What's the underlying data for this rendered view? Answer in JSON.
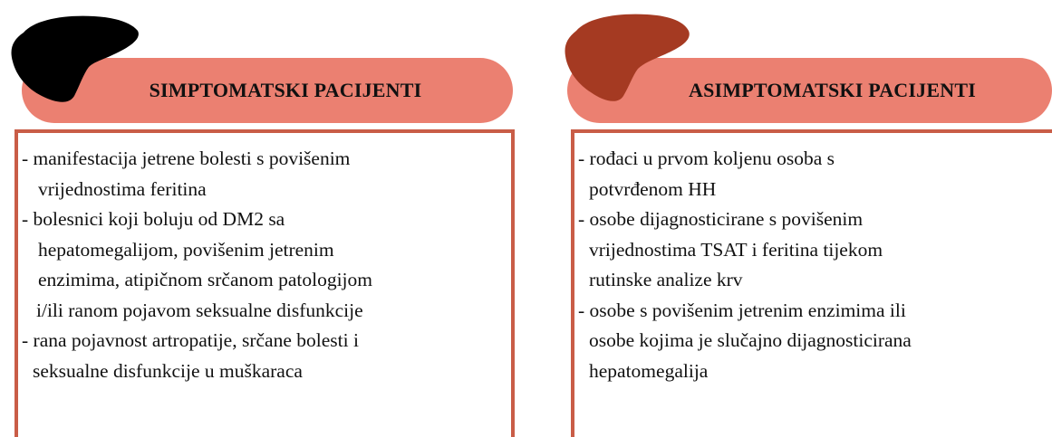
{
  "left_panel": {
    "header": "SIMPTOMATSKI PACIJENTI",
    "icon": "liver-icon",
    "icon_color": "#000000",
    "items": [
      {
        "lines": [
          "- manifestacija jetrene bolesti s povišenim",
          "vrijednostima feritina"
        ]
      },
      {
        "lines": [
          "- bolesnici koji boluju od DM2 sa",
          "hepatomegalijom, povišenim jetrenim",
          "enzimima, atipičnom srčanom patologijom",
          "i/ili ranom pojavom seksualne disfunkcije"
        ]
      },
      {
        "lines": [
          "- rana pojavnost artropatije, srčane bolesti i",
          "seksualne disfunkcije u muškaraca"
        ]
      }
    ]
  },
  "right_panel": {
    "header": "ASIMPTOMATSKI PACIJENTI",
    "icon": "liver-icon",
    "icon_color": "#a53a22",
    "items": [
      {
        "lines": [
          "- rođaci u prvom koljenu osoba s",
          "potvrđenom HH"
        ]
      },
      {
        "lines": [
          "- osobe dijagnosticirane s povišenim",
          "vrijednostima TSAT i feritina tijekom",
          "rutinske analize krv"
        ]
      },
      {
        "lines": [
          "- osobe s povišenim jetrenim enzimima ili",
          "osobe kojima je slučajno dijagnosticirana",
          "hepatomegalija"
        ]
      }
    ]
  },
  "colors": {
    "header_fill": "#eb8071",
    "box_border": "#c95d47"
  }
}
